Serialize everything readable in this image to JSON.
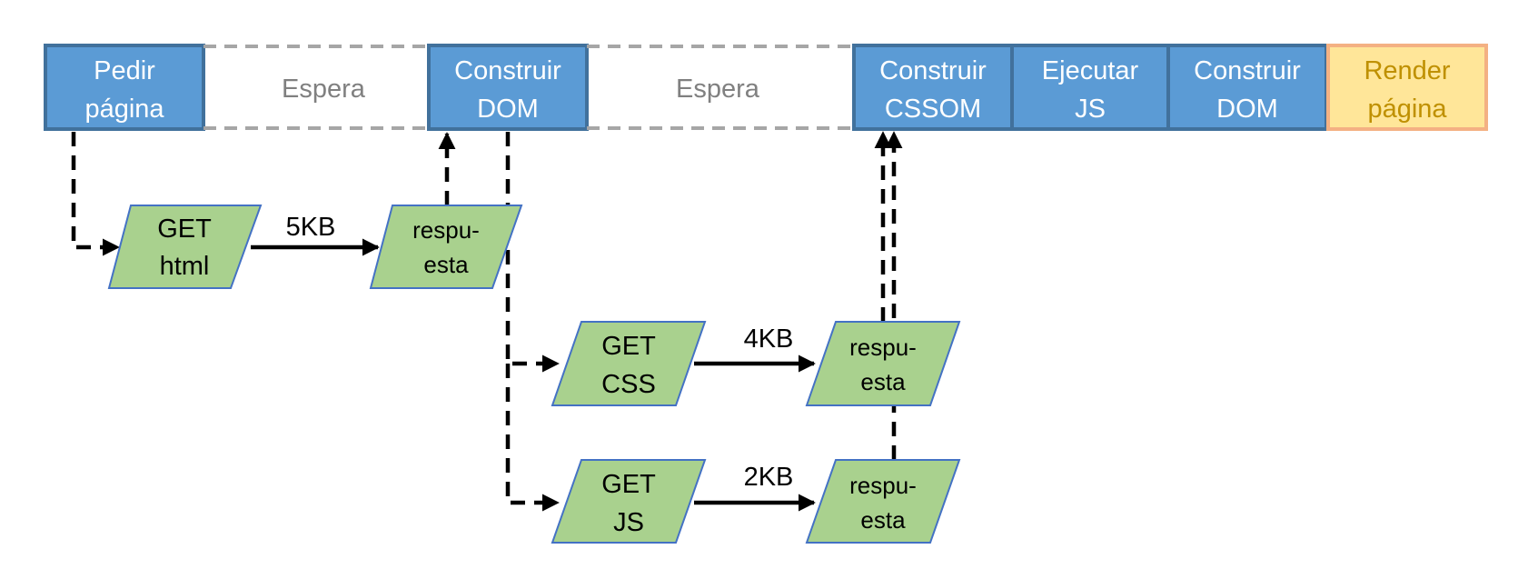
{
  "colors": {
    "stage_fill": "#5b9bd5",
    "stage_border": "#41719c",
    "stage_text": "#ffffff",
    "render_fill": "#ffe699",
    "render_border": "#f4b183",
    "render_text": "#bf9000",
    "wait_border": "#a6a6a6",
    "wait_text": "#808080",
    "request_fill": "#a9d18e",
    "request_border": "#4472c4",
    "arrow": "#000000"
  },
  "timeline": {
    "stages": [
      {
        "line1": "Pedir",
        "line2": "página"
      },
      {
        "line1": "Espera"
      },
      {
        "line1": "Construir",
        "line2": "DOM"
      },
      {
        "line1": "Espera"
      },
      {
        "line1": "Construir",
        "line2": "CSSOM"
      },
      {
        "line1": "Ejecutar",
        "line2": "JS"
      },
      {
        "line1": "Construir",
        "line2": "DOM"
      },
      {
        "line1": "Render",
        "line2": "página"
      }
    ]
  },
  "requests": {
    "html": {
      "get": {
        "line1": "GET",
        "line2": "html"
      },
      "size": "5KB",
      "response": {
        "line1": "respu-",
        "line2": "esta"
      }
    },
    "css": {
      "get": {
        "line1": "GET",
        "line2": "CSS"
      },
      "size": "4KB",
      "response": {
        "line1": "respu-",
        "line2": "esta"
      }
    },
    "js": {
      "get": {
        "line1": "GET",
        "line2": "JS"
      },
      "size": "2KB",
      "response": {
        "line1": "respu-",
        "line2": "esta"
      }
    }
  }
}
